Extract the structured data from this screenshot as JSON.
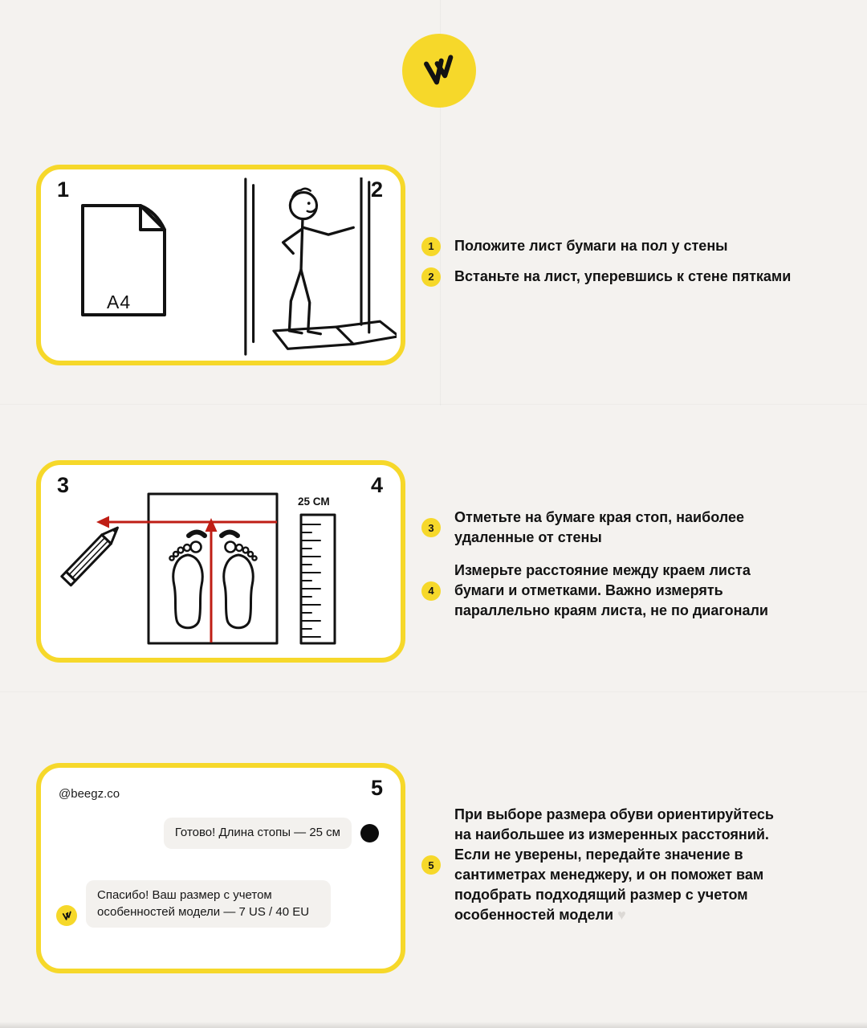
{
  "colors": {
    "accent_yellow": "#f6d82a",
    "marker_red": "#bf1e15",
    "paper_bg": "#f4f2ef",
    "card_bg": "#ffffff",
    "bubble_bg": "#f3f1ee",
    "text": "#121212"
  },
  "steps": [
    {
      "num": "1",
      "text": "Положите лист бумаги на пол у стены"
    },
    {
      "num": "2",
      "text": "Встаньте на лист, уперевшись к стене пятками"
    },
    {
      "num": "3",
      "text": "Отметьте на бумаге края стоп, наиболее удаленные от стены"
    },
    {
      "num": "4",
      "text": "Измерьте расстояние между краем листа бумаги и отметками. Важно измерять параллельно краям листа, не по диагонали"
    },
    {
      "num": "5",
      "text": "При выборе размера обуви ориентируйтесь на наибольшее из измеренных расстояний. Если не уверены, передайте значение в сантиметрах менеджеру, и он поможет вам подобрать подходящий размер с учетом особенностей модели",
      "heart": "♥"
    }
  ],
  "card1": {
    "corner_left": "1",
    "corner_right": "2",
    "paper_label": "A4"
  },
  "card2": {
    "corner_left": "3",
    "corner_right": "4",
    "ruler_label": "25 СМ"
  },
  "card3": {
    "handle": "@beegz.co",
    "corner_right": "5",
    "message_out": "Готово! Длина стопы — 25 см",
    "message_in": "Спасибо! Ваш размер с учетом особенностей модели — 7 US / 40 EU"
  }
}
